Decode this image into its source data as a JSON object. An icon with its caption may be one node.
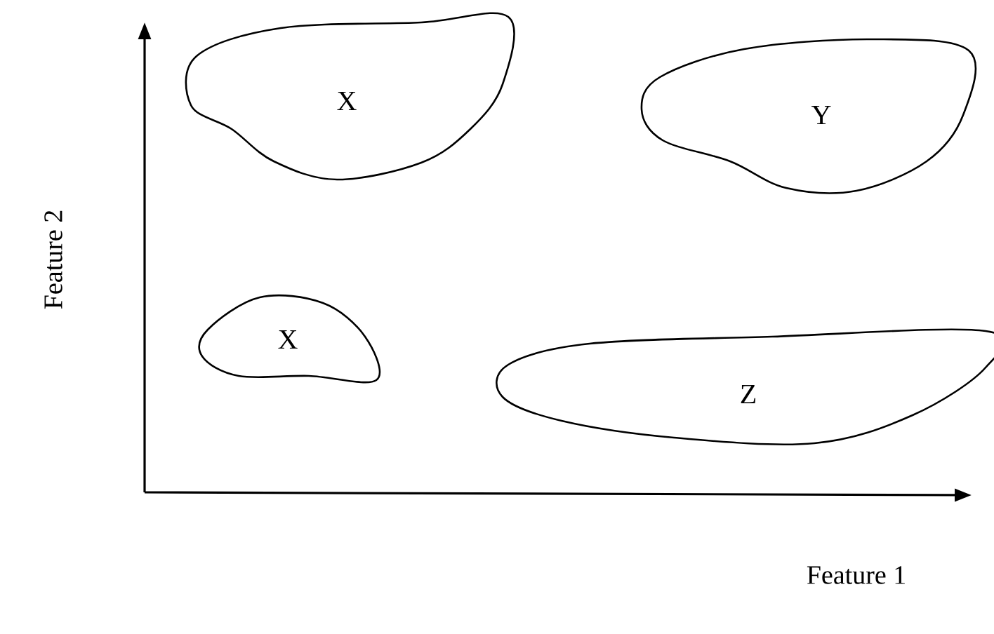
{
  "diagram": {
    "nodes": [
      {
        "text": [
          "X"
        ]
      },
      {
        "text": [
          "Y"
        ]
      },
      {
        "text": [
          "X"
        ]
      },
      {
        "text": [
          "Z"
        ]
      }
    ],
    "labels": [
      "Feature 2",
      "Feature 1"
    ]
  }
}
